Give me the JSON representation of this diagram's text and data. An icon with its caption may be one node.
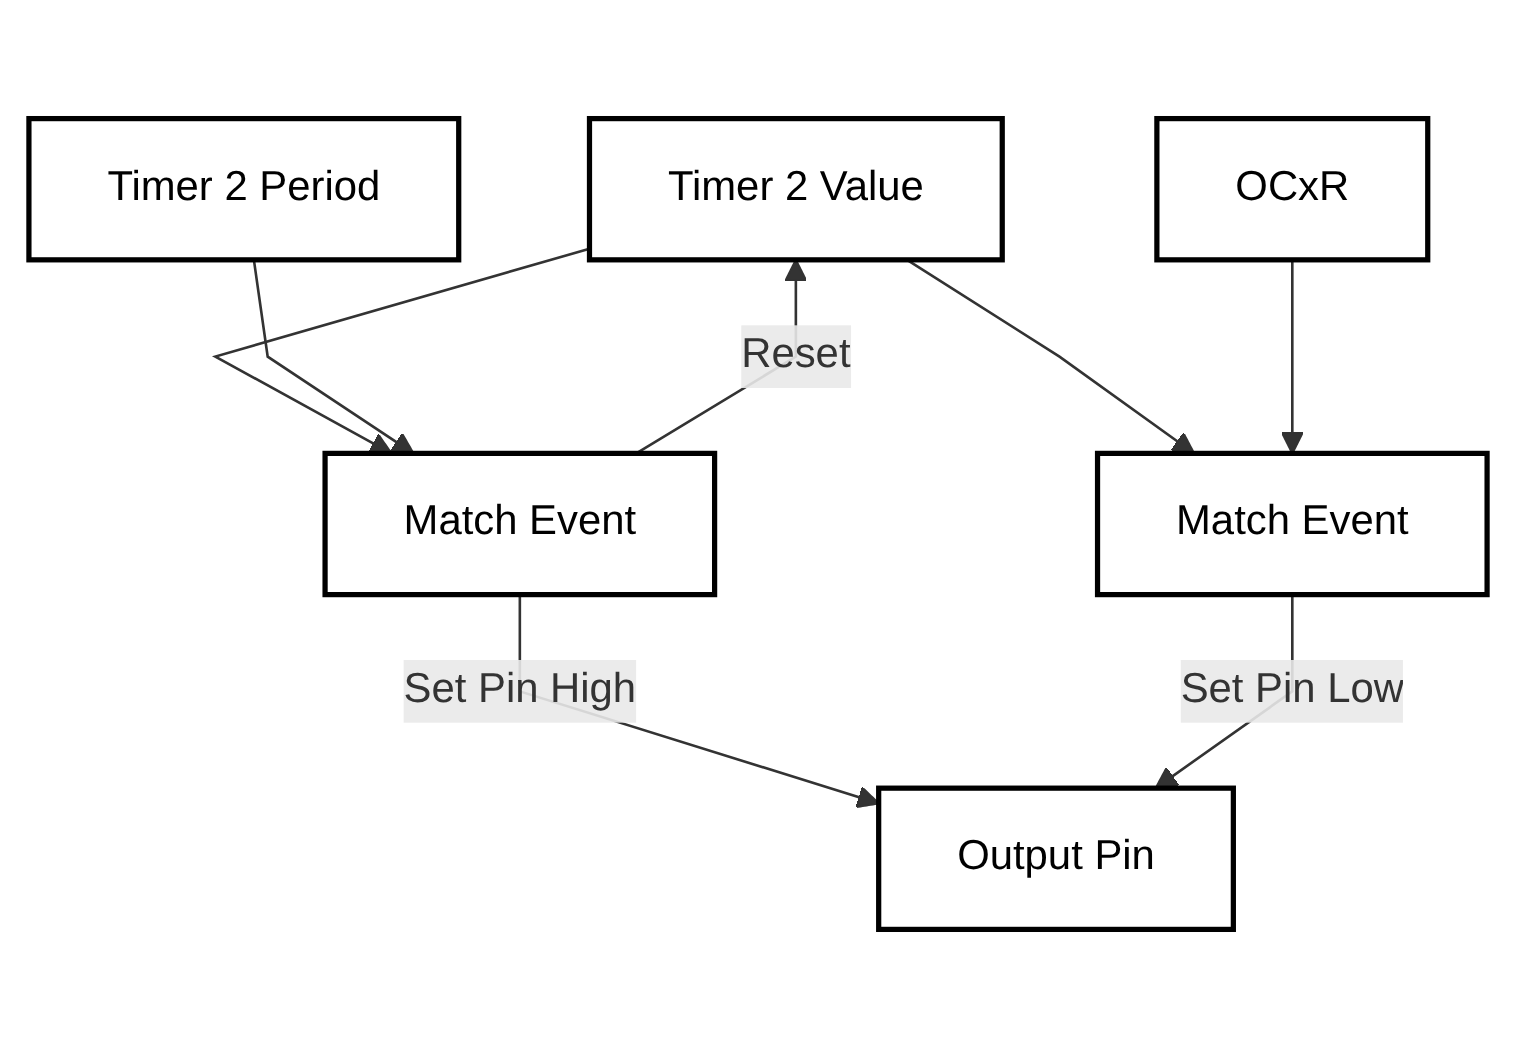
{
  "diagram": {
    "nodes": [
      {
        "text": [
          "Timer 2 Value"
        ]
      },
      {
        "text": [
          "Timer 2 Period"
        ]
      },
      {
        "text": [
          "Match Event"
        ]
      },
      {
        "text": [
          "Output Pin"
        ]
      },
      {
        "text": [
          "Match Event"
        ]
      },
      {
        "text": [
          "OCxR"
        ]
      }
    ],
    "edges": [
      {
        "from": 0,
        "to": 2,
        "arrow": "to"
      },
      {
        "from": 2,
        "to": 0,
        "arrow": "to",
        "label": "Reset"
      },
      {
        "from": 1,
        "to": 2,
        "arrow": "to"
      },
      {
        "from": 2,
        "to": 3,
        "arrow": "to",
        "label": "Set Pin High"
      },
      {
        "from": 0,
        "to": 4,
        "arrow": "to"
      },
      {
        "from": 5,
        "to": 4,
        "arrow": "to"
      },
      {
        "from": 4,
        "to": 3,
        "arrow": "to",
        "label": "Set Pin Low"
      }
    ]
  }
}
